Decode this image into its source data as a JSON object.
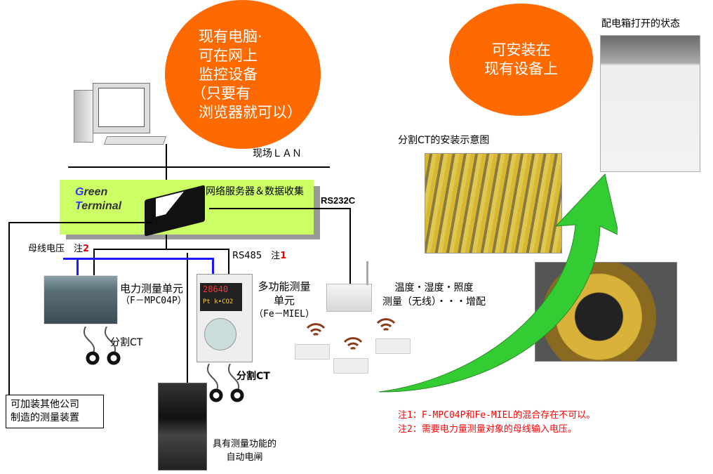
{
  "bubble_browser": {
    "lines": [
      "现有电脑·",
      "可在网上",
      "监控设备",
      "（只要有",
      "浏览器就可以）"
    ]
  },
  "bubble_install": {
    "lines": [
      "可安装在",
      "现有设备上"
    ]
  },
  "lan_label": "现场ＬＡＮ",
  "green_terminal": {
    "g": "G",
    "reen": "reen",
    "t": "T",
    "erminal": "erminal",
    "role": "网络服务器＆数据收集"
  },
  "rs232c": "RS232C",
  "bus_voltage": {
    "label": "母线电压　注",
    "note": "2"
  },
  "rs485": {
    "label": "RS485　注",
    "note": "1"
  },
  "power_unit": {
    "name": "电力测量单元",
    "model": "（F－MPC04P）"
  },
  "multi_unit": {
    "name1": "多功能测量",
    "name2": "单元",
    "model": "（Fe－MIEL）"
  },
  "split_ct_1": "分割CT",
  "split_ct_2": "分割CT",
  "breaker": {
    "line1": "具有测量功能的",
    "line2": "自动电闸"
  },
  "other_devices": {
    "line1": "可加装其他公司",
    "line2": "制造的测量装置"
  },
  "wireless": {
    "line1": "温度・湿度・照度",
    "line2": "测量（无线）・・・增配"
  },
  "ct_install_caption": "分割CT的安装示意图",
  "cabinet_caption": "配电箱打开的状态",
  "meter_display": {
    "top": "28640",
    "bottom": "Pt  k•CO2"
  },
  "notes": [
    "注1：F-MPC04P和Fe-MIEL的混合存在不可以。",
    "注2：需要电力量测量对象的母线输入电压。"
  ],
  "colors": {
    "orange": "#ff6a00",
    "lime": "#ccff66",
    "arrow": "#33cc33",
    "note_red": "#ff0000",
    "bus_blue": "#1a1aff"
  }
}
